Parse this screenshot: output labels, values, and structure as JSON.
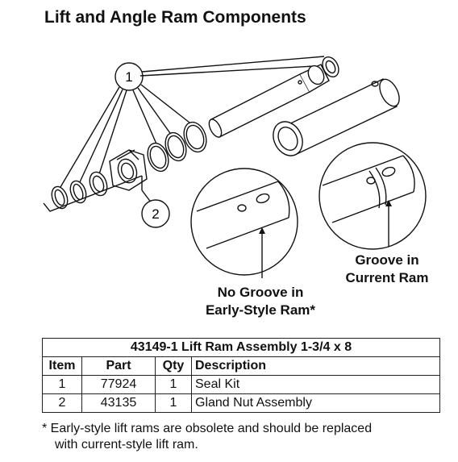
{
  "title": "Lift and Angle Ram Components",
  "callouts": {
    "one": "1",
    "two": "2"
  },
  "labels": {
    "no_groove_line1": "No Groove in",
    "no_groove_line2": "Early-Style Ram*",
    "groove_line1": "Groove in",
    "groove_line2": "Current Ram"
  },
  "table": {
    "heading": "43149-1  Lift Ram Assembly 1-3/4 x 8",
    "columns": [
      "Item",
      "Part",
      "Qty",
      "Description"
    ],
    "rows": [
      {
        "item": "1",
        "part": "77924",
        "qty": "1",
        "description": "Seal Kit"
      },
      {
        "item": "2",
        "part": "43135",
        "qty": "1",
        "description": "Gland Nut Assembly"
      }
    ]
  },
  "note": {
    "line1": "* Early-style lift rams are obsolete and should be replaced",
    "line2": "with current-style lift ram."
  }
}
